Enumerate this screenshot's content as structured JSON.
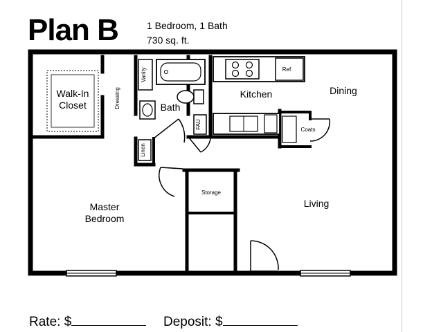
{
  "header": {
    "plan_title": "Plan B",
    "unit_type": "1 Bedroom, 1 Bath",
    "area": "730 sq. ft."
  },
  "rooms": {
    "walk_in_closet": [
      "Walk-In",
      "Closet"
    ],
    "dressing": "Dressing",
    "vanity": "Vanity",
    "bath": "Bath",
    "fau": "FAU",
    "linen": "Linen",
    "kitchen": "Kitchen",
    "ref": "Ref",
    "dining": "Dining",
    "coats": "Coats",
    "storage": "Storage",
    "master_bedroom": [
      "Master",
      "Bedroom"
    ],
    "living": "Living"
  },
  "footer": {
    "rate_label": "Rate: $",
    "deposit_label": "Deposit: $"
  }
}
